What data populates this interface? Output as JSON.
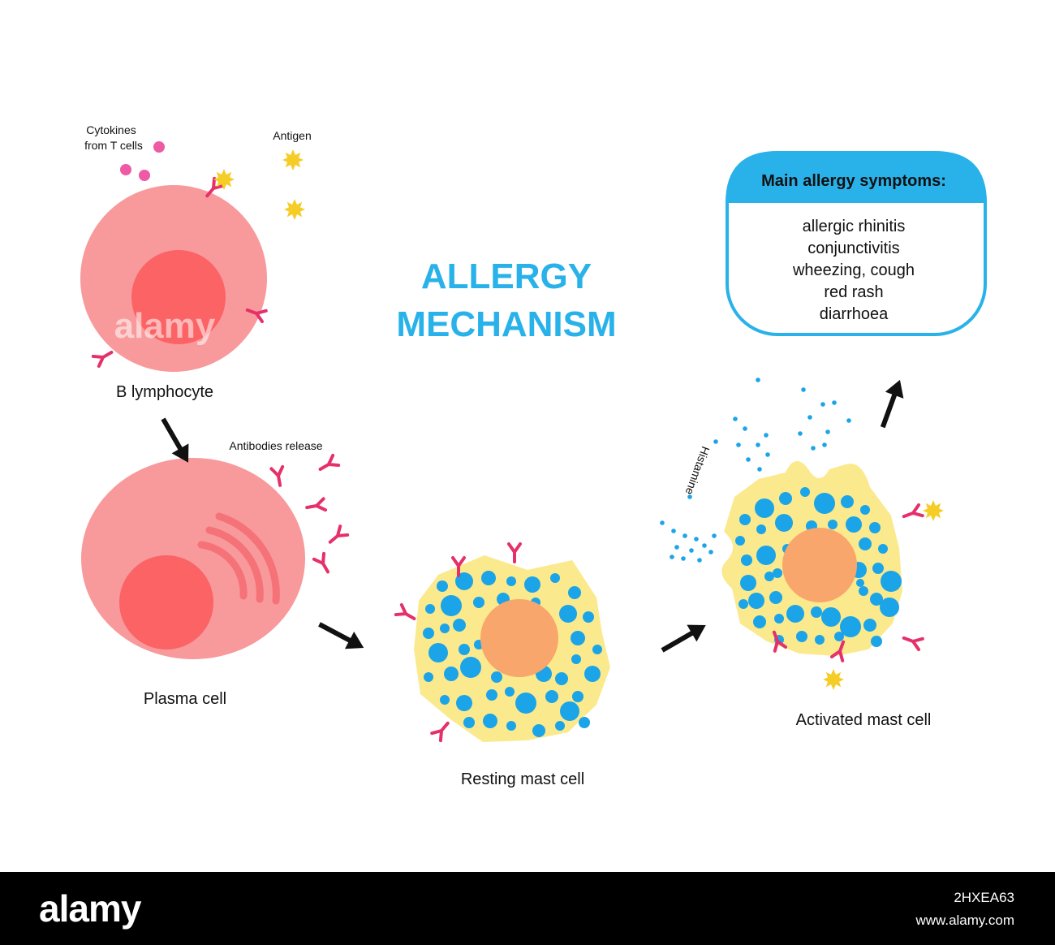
{
  "title": {
    "line1": "ALLERGY",
    "line2": "MECHANISM"
  },
  "labels": {
    "cytokines_line1": "Cytokines",
    "cytokines_line2": "from T cells",
    "antigen": "Antigen",
    "b_lymphocyte": "B lymphocyte",
    "antibodies_release": "Antibodies release",
    "plasma_cell": "Plasma cell",
    "resting_mast_cell": "Resting mast cell",
    "activated_mast_cell": "Activated mast cell",
    "histamine": "Histamine"
  },
  "symptoms": {
    "heading": "Main allergy symptoms:",
    "items": [
      "allergic rhinitis",
      "conjunctivitis",
      "wheezing, cough",
      "red rash",
      "diarrhoea"
    ]
  },
  "watermark": "alamy",
  "footer": {
    "logo": "alamy",
    "image_id": "2HXEA63",
    "url": "www.alamy.com"
  },
  "colors": {
    "accent_blue": "#29b2ea",
    "cell_pink": "#f8999b",
    "nucleus_red": "#fb6365",
    "mast_yellow": "#fbe98d",
    "mast_nucleus": "#f9a66c",
    "granule_blue": "#1ba4e8",
    "antibody": "#e5306a",
    "antigen_yellow": "#f6cc27",
    "cytokine_pink": "#ee5aa3"
  }
}
